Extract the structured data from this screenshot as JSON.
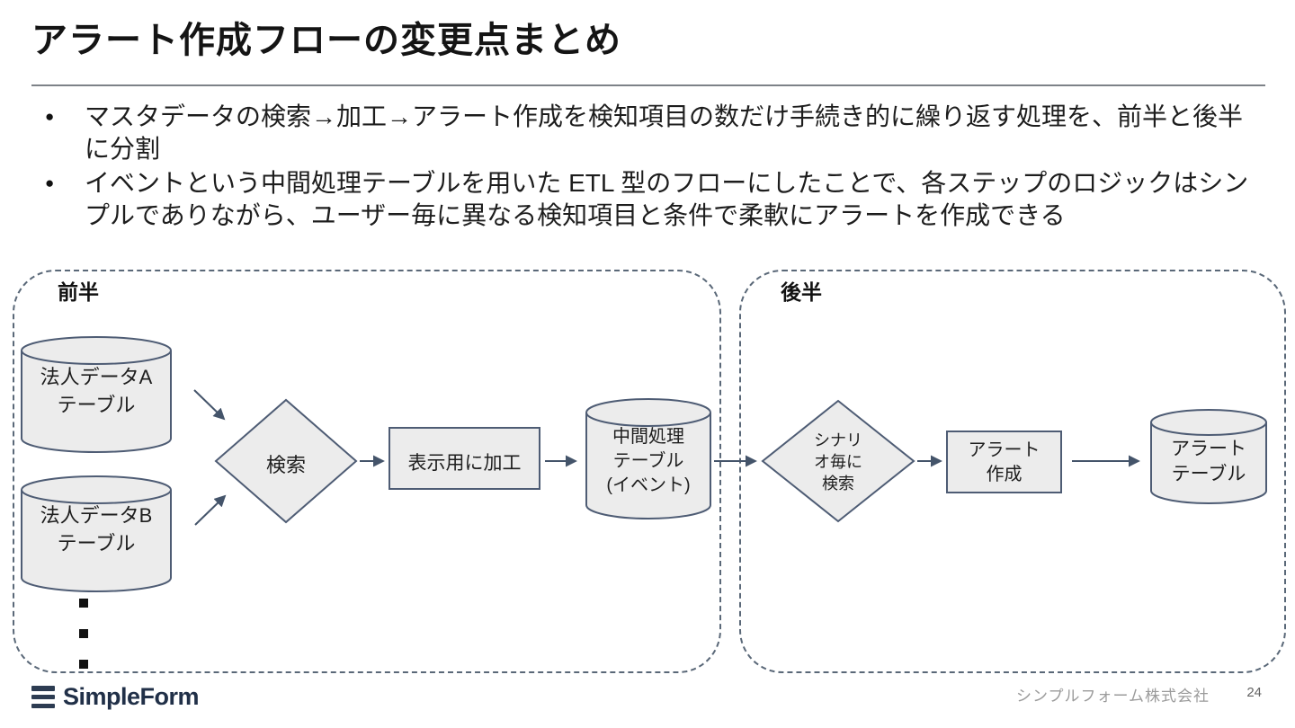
{
  "slide": {
    "title": "アラート作成フローの変更点まとめ",
    "bullet_marker": "●",
    "bullets": [
      "マスタデータの検索→加工→アラート作成を検知項目の数だけ手続き的に繰り返す処理を、前半と後半に分割",
      "イベントという中間処理テーブルを用いた ETL 型のフローにしたことで、各ステップのロジックはシンプルでありながら、ユーザー毎に異なる検知項目と条件で柔軟にアラートを作成できる"
    ]
  },
  "diagram": {
    "first_half": {
      "label": "前半",
      "table_a": "法人データA\nテーブル",
      "table_b": "法人データB\nテーブル",
      "search": "検索",
      "transform": "表示用に加工",
      "intermediate_table": "中間処理\nテーブル\n(イベント)"
    },
    "second_half": {
      "label": "後半",
      "scenario_search": "シナリ\nオ毎に\n検索",
      "alert_create": "アラート\n作成",
      "alert_table": "アラート\nテーブル"
    },
    "colors": {
      "shape_fill": "#ececec",
      "shape_stroke": "#4e5c74",
      "arrow": "#44546a",
      "group_border": "#5a6878"
    }
  },
  "footer": {
    "logo_text": "SimpleForm",
    "company": "シンプルフォーム株式会社",
    "page_number": "24"
  }
}
